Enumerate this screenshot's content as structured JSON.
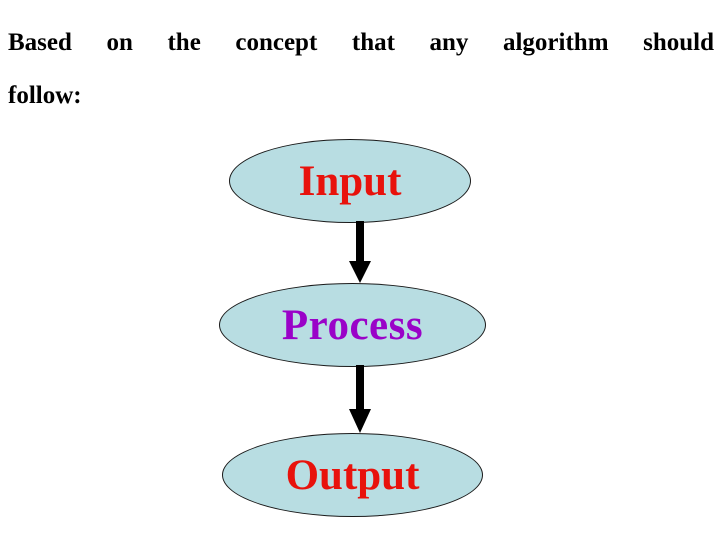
{
  "slide": {
    "background_color": "#ffffff",
    "heading": {
      "line1": "Based on the concept that any algorithm should",
      "line2": "follow:",
      "full_text": "Based on the concept that any algorithm should follow:",
      "color": "#000000"
    },
    "diagram": {
      "type": "flowchart",
      "orientation": "vertical",
      "node_fill_color": "#b8dde2",
      "node_border_color": "#1a1a1a",
      "arrow_color": "#000000",
      "nodes": [
        {
          "id": "input",
          "label": "Input",
          "shape": "ellipse",
          "text_color": "#e8120c"
        },
        {
          "id": "process",
          "label": "Process",
          "shape": "ellipse",
          "text_color": "#9a02c8"
        },
        {
          "id": "output",
          "label": "Output",
          "shape": "ellipse",
          "text_color": "#e8120c"
        }
      ],
      "edges": [
        {
          "from": "input",
          "to": "process",
          "arrowhead": "down"
        },
        {
          "from": "process",
          "to": "output",
          "arrowhead": "down"
        }
      ]
    }
  }
}
